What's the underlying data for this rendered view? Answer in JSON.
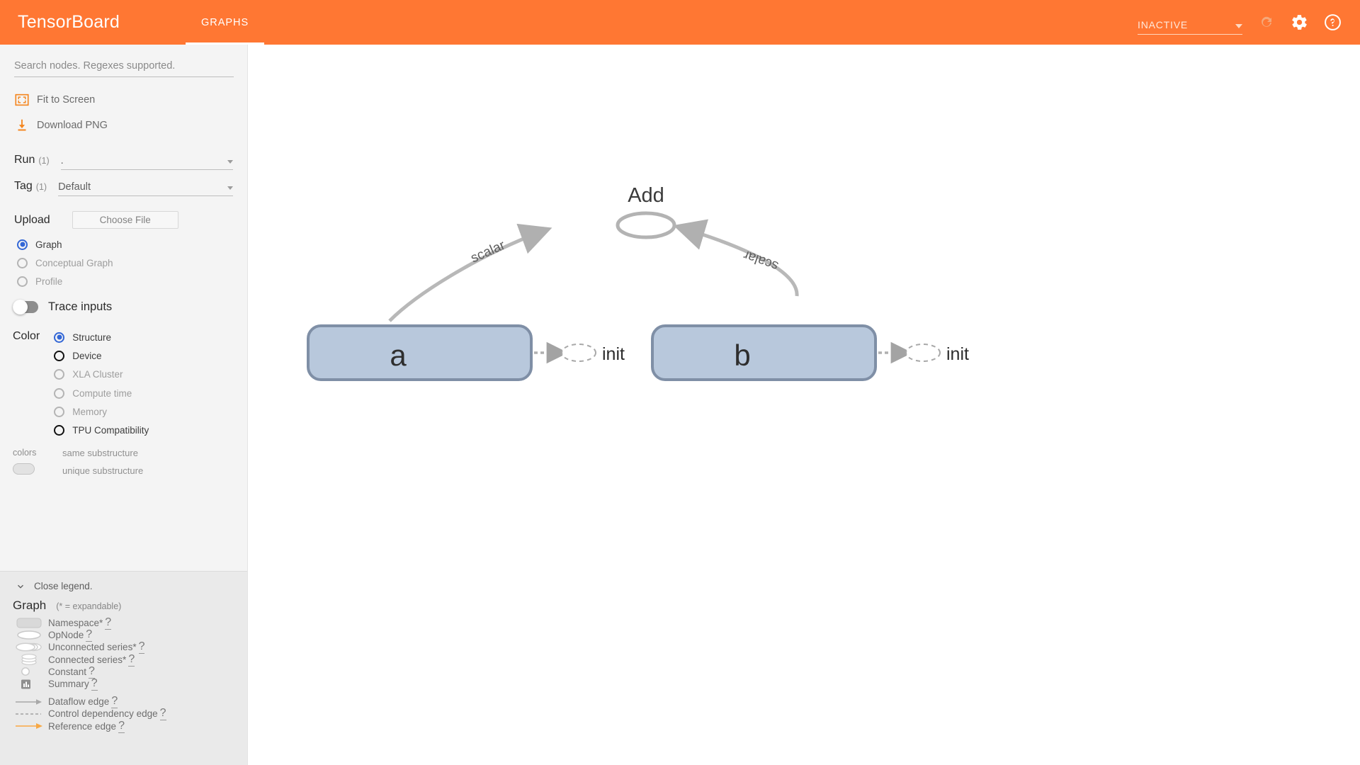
{
  "header": {
    "brand": "TensorBoard",
    "tabs": [
      {
        "label": "GRAPHS",
        "active": true
      }
    ],
    "run_state": "INACTIVE",
    "icons": {
      "caret": "chevron-down-icon",
      "refresh": "refresh-icon",
      "settings": "gear-icon",
      "help": "help-icon"
    },
    "accent_color": "#ff7733"
  },
  "sidebar": {
    "search": {
      "placeholder": "Search nodes. Regexes supported.",
      "value": ""
    },
    "actions": [
      {
        "label": "Fit to Screen",
        "icon": "fit-to-screen-icon"
      },
      {
        "label": "Download PNG",
        "icon": "download-icon"
      }
    ],
    "selectors": [
      {
        "key": "Run",
        "count": "(1)",
        "value": "."
      },
      {
        "key": "Tag",
        "count": "(1)",
        "value": "Default"
      }
    ],
    "upload": {
      "label": "Upload",
      "choose_file": "Choose File",
      "options": [
        {
          "label": "Graph",
          "state": "selected"
        },
        {
          "label": "Conceptual Graph",
          "state": "disabled"
        },
        {
          "label": "Profile",
          "state": "disabled"
        }
      ]
    },
    "trace_inputs": {
      "label": "Trace inputs",
      "on": false
    },
    "color": {
      "key": "Color",
      "options": [
        {
          "label": "Structure",
          "state": "selected"
        },
        {
          "label": "Device",
          "state": "enabled"
        },
        {
          "label": "XLA Cluster",
          "state": "disabled"
        },
        {
          "label": "Compute time",
          "state": "disabled"
        },
        {
          "label": "Memory",
          "state": "disabled"
        },
        {
          "label": "TPU Compatibility",
          "state": "enabled"
        }
      ],
      "swatch_key": "colors",
      "same_substructure": "same substructure",
      "unique_substructure": "unique substructure"
    }
  },
  "legend": {
    "close_label": "Close legend.",
    "title": "Graph",
    "subtitle": "(* = expandable)",
    "items": [
      {
        "label": "Namespace*",
        "help": "?",
        "icon": "namespace-swatch-icon"
      },
      {
        "label": "OpNode",
        "help": "?",
        "icon": "opnode-ellipse-icon"
      },
      {
        "label": "Unconnected series*",
        "help": "?",
        "icon": "unconnected-series-icon"
      },
      {
        "label": "Connected series*",
        "help": "?",
        "icon": "connected-series-icon"
      },
      {
        "label": "Constant",
        "help": "?",
        "icon": "constant-circle-icon"
      },
      {
        "label": "Summary",
        "help": "?",
        "icon": "summary-icon"
      }
    ],
    "edges": [
      {
        "label": "Dataflow edge",
        "help": "?",
        "icon": "dataflow-edge-icon"
      },
      {
        "label": "Control dependency edge",
        "help": "?",
        "icon": "control-dependency-edge-icon"
      },
      {
        "label": "Reference edge",
        "help": "?",
        "icon": "reference-edge-icon"
      }
    ]
  },
  "graph": {
    "nodes": [
      {
        "id": "add",
        "label": "Add",
        "type": "opnode"
      },
      {
        "id": "a",
        "label": "a",
        "type": "namespace"
      },
      {
        "id": "b",
        "label": "b",
        "type": "namespace"
      },
      {
        "id": "init_a",
        "label": "init",
        "type": "dashed-opnode"
      },
      {
        "id": "init_b",
        "label": "init",
        "type": "dashed-opnode"
      }
    ],
    "edges": [
      {
        "from": "a",
        "to": "add",
        "label": "scalar",
        "style": "dataflow"
      },
      {
        "from": "b",
        "to": "add",
        "label": "scalar",
        "style": "dataflow"
      },
      {
        "from": "a",
        "to": "init_a",
        "label": "",
        "style": "control-dependency"
      },
      {
        "from": "b",
        "to": "init_b",
        "label": "",
        "style": "control-dependency"
      }
    ],
    "node_fill": "#b8c8dc",
    "node_stroke": "#7f8fa6",
    "edge_color": "#b0b0b0"
  },
  "minimap": {
    "name": "graph-minimap"
  }
}
